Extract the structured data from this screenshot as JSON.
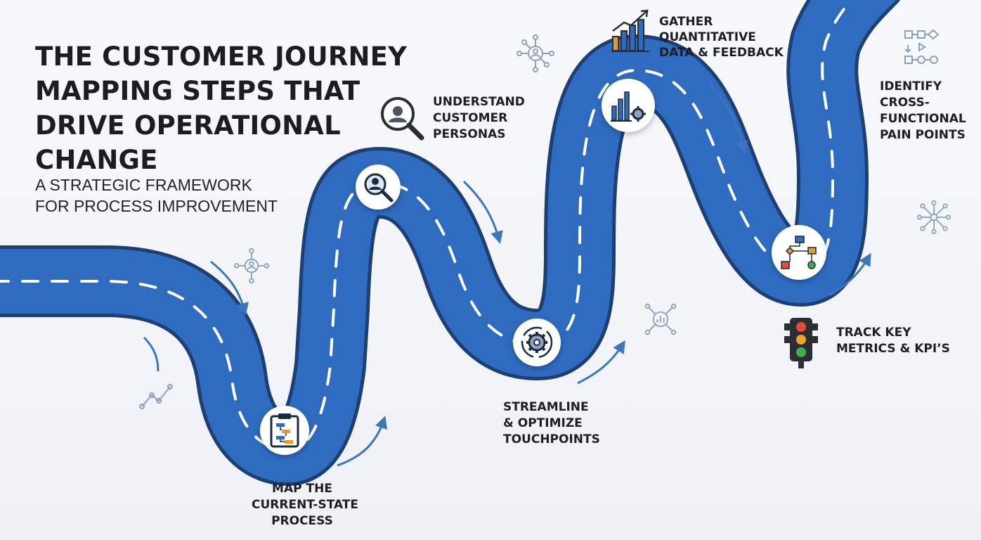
{
  "title": {
    "line1": "THE CUSTOMER JOURNEY",
    "line2": "MAPPING STEPS THAT",
    "line3": "DRIVE OPERATIONAL",
    "line4": "CHANGE"
  },
  "subtitle": {
    "line1": "A STRATEGIC FRAMEWORK",
    "line2": "FOR PROCESS IMPROVEMENT"
  },
  "steps": [
    {
      "icon": "clipboard-flowchart-icon",
      "lines": [
        "MAP THE",
        "CURRENT-STATE",
        "PROCESS"
      ]
    },
    {
      "icon": "magnifier-persona-icon",
      "lines": [
        "UNDERSTAND",
        "CUSTOMER",
        "PERSONAS"
      ]
    },
    {
      "icon": "gear-cycle-icon",
      "lines": [
        "STREAMLINE",
        "& OPTIMIZE",
        "TOUCHPOINTS"
      ]
    },
    {
      "icon": "bar-chart-gear-icon",
      "lines": [
        "GATHER",
        "QUANTITATIVE",
        "DATA & FEEDBACK"
      ]
    },
    {
      "icon": "process-flowchart-icon",
      "lines": [
        "IDENTIFY",
        "CROSS-",
        "FUNCTIONAL",
        "PAIN POINTS"
      ]
    },
    {
      "icon": "traffic-light-icon",
      "lines": [
        "TRACK KEY",
        "METRICS & KPI’S"
      ]
    }
  ],
  "colors": {
    "road": "#2f6cc0",
    "road_edge": "#1d3f73",
    "dash": "#ffffff",
    "arrow": "#3c74bd",
    "text": "#1d1f22"
  }
}
